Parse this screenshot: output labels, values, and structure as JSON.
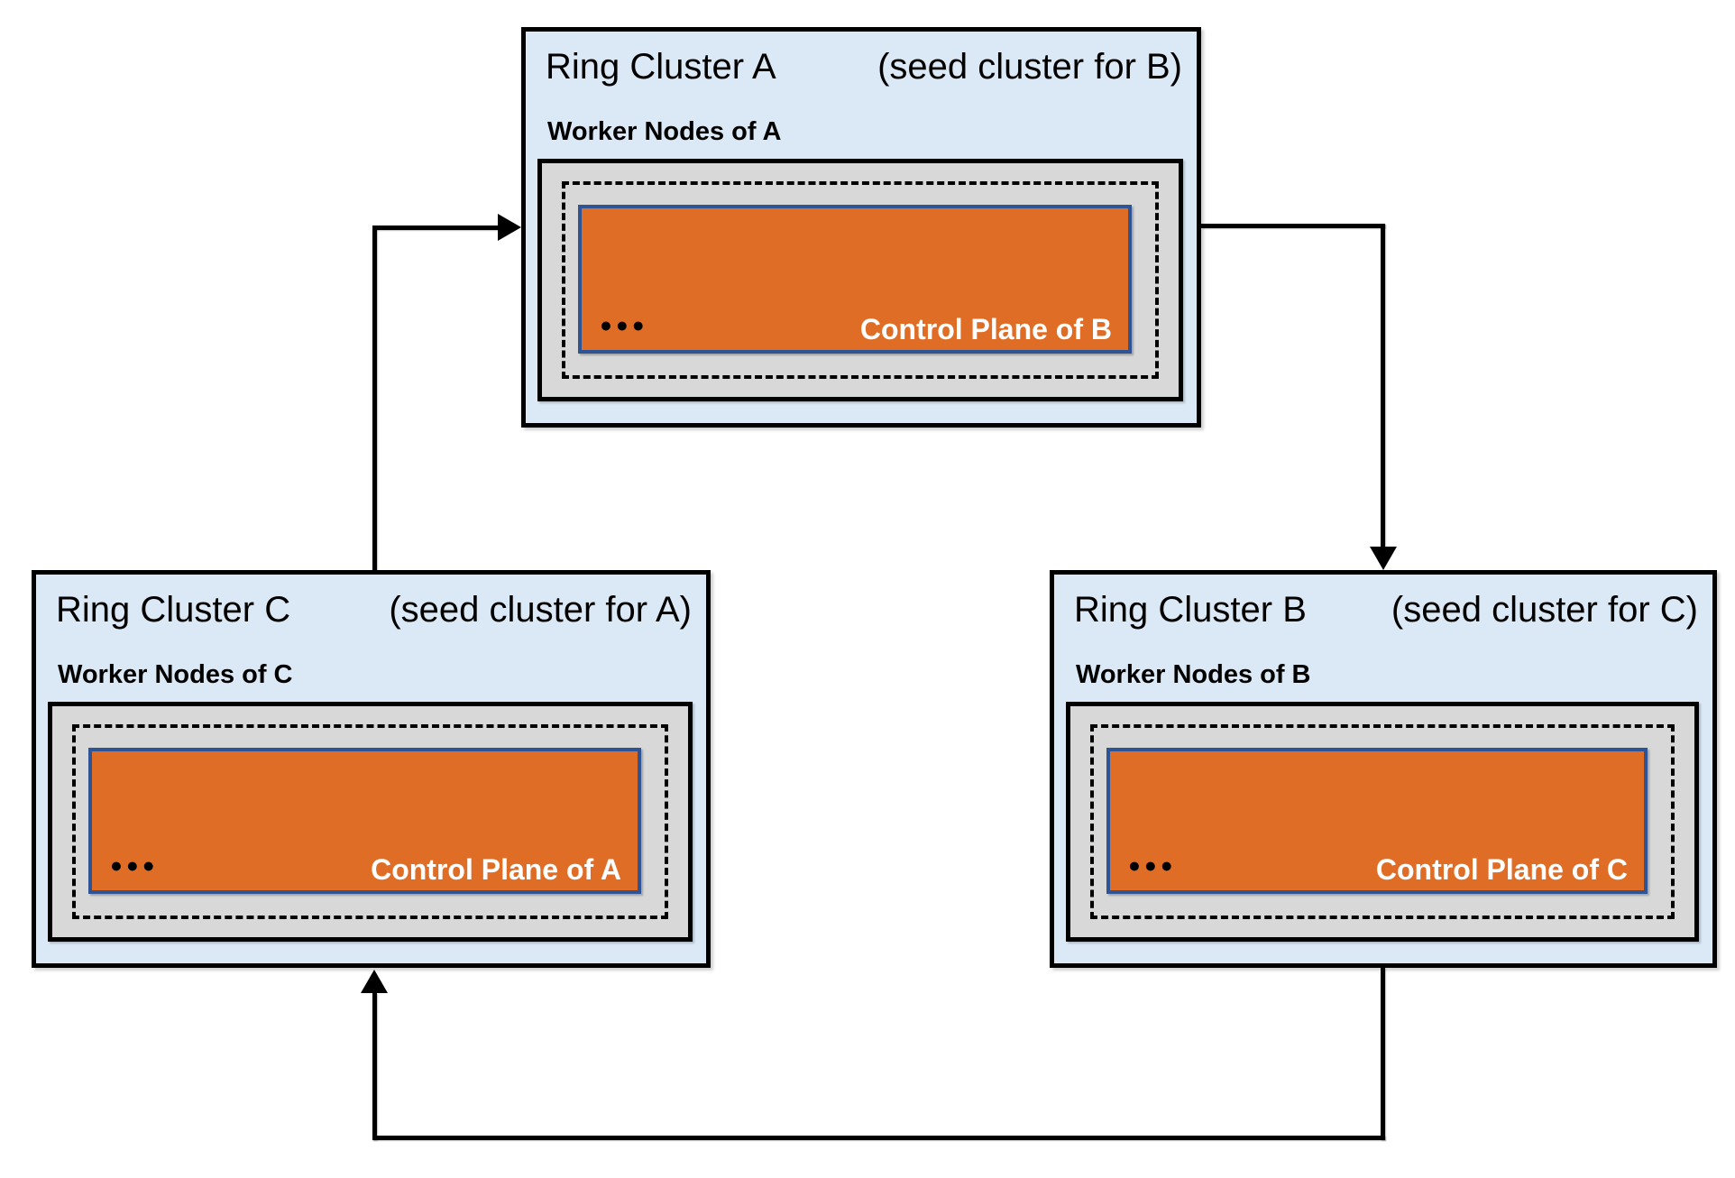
{
  "diagram": {
    "clusters": [
      {
        "id": "A",
        "name": "Ring Cluster A",
        "seed_note": "(seed cluster for B)",
        "worker_nodes_label": "Worker Nodes of A",
        "control_plane_label": "Control Plane of B",
        "ellipsis": "●●●"
      },
      {
        "id": "C",
        "name": "Ring Cluster C",
        "seed_note": "(seed cluster for A)",
        "worker_nodes_label": "Worker Nodes of C",
        "control_plane_label": "Control Plane of A",
        "ellipsis": "●●●"
      },
      {
        "id": "B",
        "name": "Ring Cluster B",
        "seed_note": "(seed cluster for C)",
        "worker_nodes_label": "Worker Nodes of B",
        "control_plane_label": "Control Plane of C",
        "ellipsis": "●●●"
      }
    ],
    "edges": [
      {
        "from": "Ring Cluster C",
        "to": "Ring Cluster A"
      },
      {
        "from": "Ring Cluster A",
        "to": "Ring Cluster B"
      },
      {
        "from": "Ring Cluster B",
        "to": "Ring Cluster C"
      }
    ],
    "colors": {
      "cluster_background": "#dbe8f6",
      "worker_nodes_background": "#d8d8d8",
      "control_plane_background": "#df6d26",
      "control_plane_border": "#2f5496",
      "outline": "#000000"
    }
  }
}
